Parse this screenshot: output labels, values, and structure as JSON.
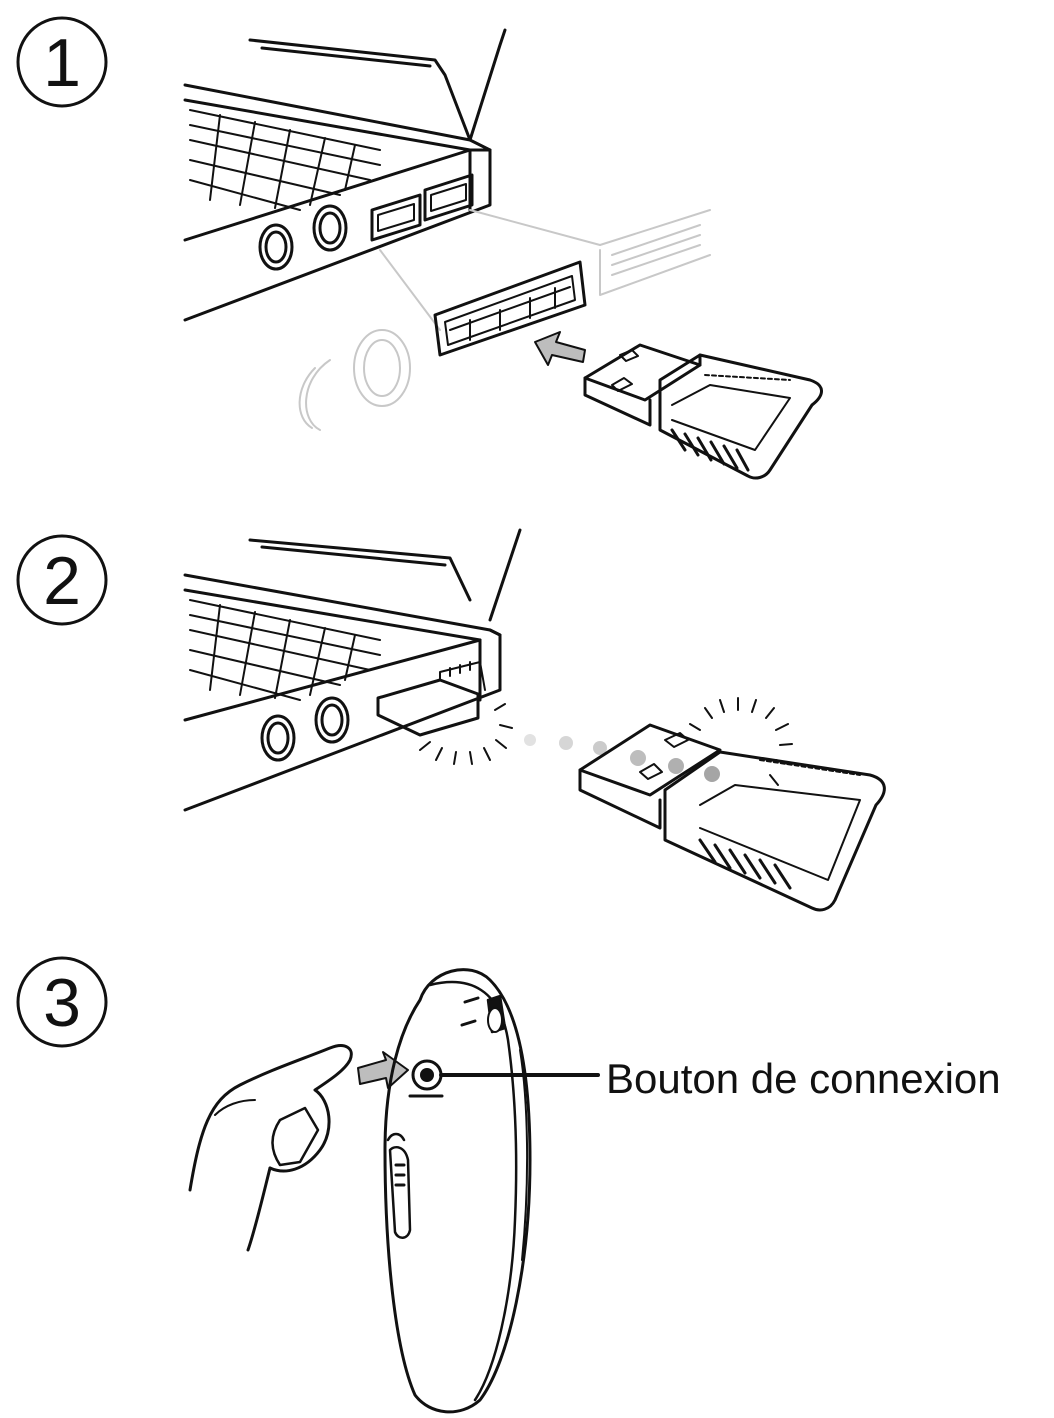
{
  "steps": [
    {
      "number": "1"
    },
    {
      "number": "2"
    },
    {
      "number": "3"
    }
  ],
  "callout": {
    "label": "Bouton de connexion"
  },
  "colors": {
    "ink": "#111111",
    "faint": "#c8c8c8",
    "signal": "#bdbdbd"
  }
}
